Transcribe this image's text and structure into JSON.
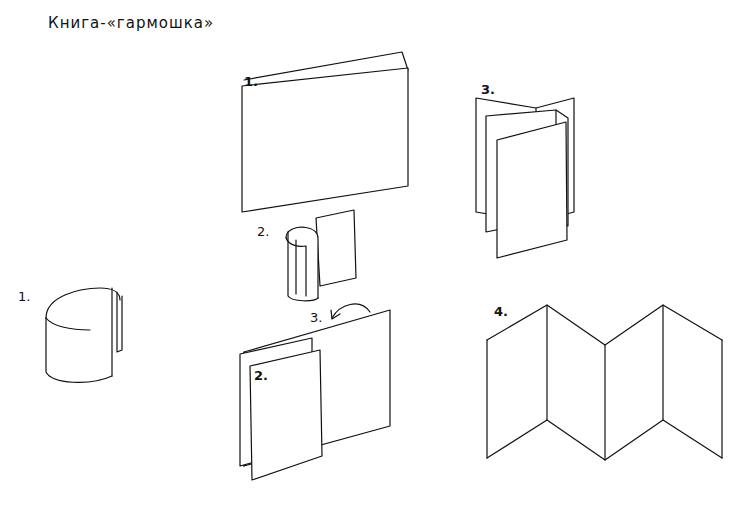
{
  "diagram": {
    "title": "Книга-«гармошка»",
    "labels": [
      "1.",
      "3.",
      "2.",
      "1.",
      "3.",
      "2.",
      "4."
    ]
  }
}
